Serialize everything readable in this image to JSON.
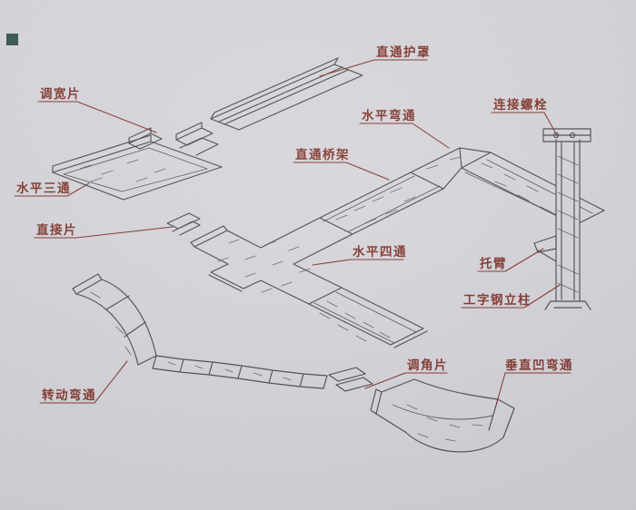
{
  "palette": {
    "background": "#d8d7dc",
    "ink": "#46454b",
    "label_color": "#7e2f23",
    "corner_mark": "#2b4f44"
  },
  "labels": {
    "straight_cover": "直通护罩",
    "width_adjust_piece": "调宽片",
    "horizontal_bend": "水平弯通",
    "connecting_bolt": "连接螺栓",
    "horizontal_tee": "水平三通",
    "straight_bridge": "直通桥架",
    "connecting_piece": "直接片",
    "horizontal_cross": "水平四通",
    "bracket_arm": "托臂",
    "ibeam_column": "工字钢立柱",
    "angle_adjust_piece": "调角片",
    "vertical_concave_bend": "垂直凹弯通",
    "rotating_bend": "转动弯通"
  }
}
